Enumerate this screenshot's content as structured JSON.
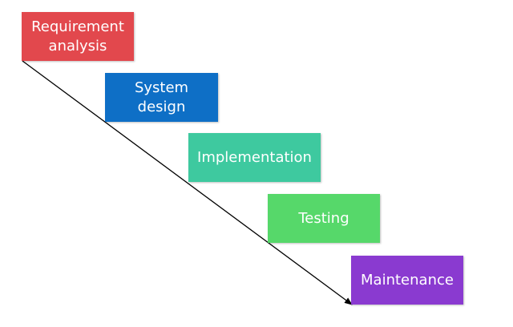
{
  "stages": [
    {
      "label": "Requirement\nanalysis",
      "color": "#e2484d"
    },
    {
      "label": "System design",
      "color": "#0e6fc6"
    },
    {
      "label": "Implementation",
      "color": "#3ec99f"
    },
    {
      "label": "Testing",
      "color": "#56d86a"
    },
    {
      "label": "Maintenance",
      "color": "#8a3ad0"
    }
  ],
  "arrow": {
    "color": "#000000"
  }
}
